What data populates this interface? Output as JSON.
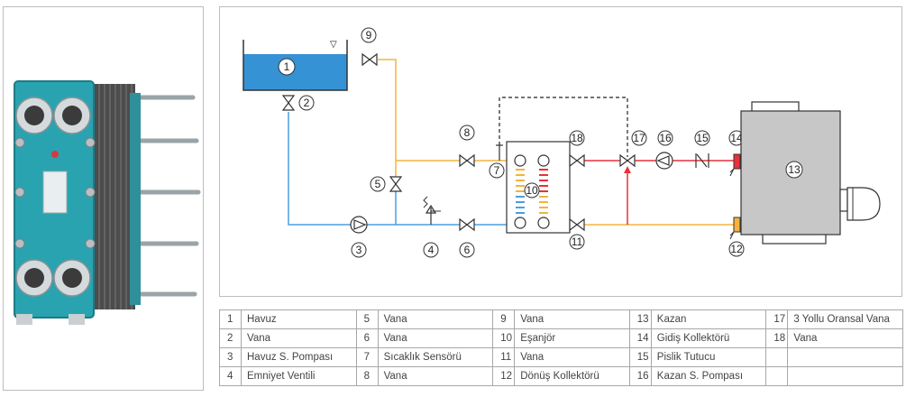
{
  "diagram": {
    "labels": {
      "n1": "1",
      "n2": "2",
      "n3": "3",
      "n4": "4",
      "n5": "5",
      "n6": "6",
      "n7": "7",
      "n8": "8",
      "n9": "9",
      "n10": "10",
      "n11": "11",
      "n12": "12",
      "n13": "13",
      "n14": "14",
      "n15": "15",
      "n16": "16",
      "n17": "17",
      "n18": "18"
    },
    "colors": {
      "hot": "#e8313a",
      "cold": "#4a9fe0",
      "warm": "#f3b33d",
      "pool": "#3592d4",
      "boiler": "#c7c7c7"
    }
  },
  "legend": {
    "rows": [
      [
        {
          "n": "1",
          "label": "Havuz"
        },
        {
          "n": "5",
          "label": "Vana"
        },
        {
          "n": "9",
          "label": "Vana"
        },
        {
          "n": "13",
          "label": "Kazan"
        },
        {
          "n": "17",
          "label": "3 Yollu Oransal Vana"
        }
      ],
      [
        {
          "n": "2",
          "label": "Vana"
        },
        {
          "n": "6",
          "label": "Vana"
        },
        {
          "n": "10",
          "label": "Eşanjör"
        },
        {
          "n": "14",
          "label": "Gidiş Kollektörü"
        },
        {
          "n": "18",
          "label": "Vana"
        }
      ],
      [
        {
          "n": "3",
          "label": "Havuz S. Pompası"
        },
        {
          "n": "7",
          "label": "Sıcaklık Sensörü"
        },
        {
          "n": "11",
          "label": "Vana"
        },
        {
          "n": "15",
          "label": "Pislik Tutucu"
        },
        {
          "n": "",
          "label": ""
        }
      ],
      [
        {
          "n": "4",
          "label": "Emniyet Ventili"
        },
        {
          "n": "8",
          "label": "Vana"
        },
        {
          "n": "12",
          "label": "Dönüş Kollektörü"
        },
        {
          "n": "16",
          "label": "Kazan S. Pompası"
        },
        {
          "n": "",
          "label": ""
        }
      ]
    ]
  }
}
